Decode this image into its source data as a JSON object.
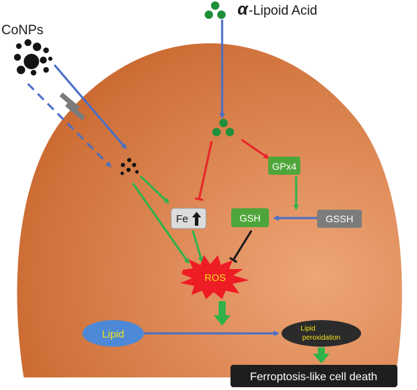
{
  "labels": {
    "cunps": "CoNPs",
    "alpha_symbol": "α",
    "lipoid_acid": "-Lipoid Acid",
    "gpx4": "GPx4",
    "gsh": "GSH",
    "gssh": "GSSH",
    "fe": "Fe",
    "ros": "ROS",
    "lipid": "Lipid",
    "lipid_peroxidation_line1": "Lipid",
    "lipid_peroxidation_line2": "peroxidation",
    "outcome": "Ferroptosis-like cell death"
  },
  "colors": {
    "cell_light": "#eea577",
    "cell_dark": "#c8652c",
    "arrow_blue": "#4a6fc7",
    "arrow_red": "#e8262a",
    "arrow_green": "#2fb24a",
    "inhibit_black": "#1a1a1a",
    "box_green": "#4ea63a",
    "box_gray": "#7c7c7c",
    "fe_box": "#dcdcdc",
    "ros_red": "#ee1c24",
    "ros_text": "#f5e21a",
    "lipid_blue": "#4d89d6",
    "lipid_text": "#f2e31c",
    "perox_fill": "#2b2b2b",
    "perox_text": "#f2e31c",
    "outcome_fill": "#1e1e1e",
    "particle_green": "#1f8f3a",
    "nano_black": "#141414",
    "channel_gray": "#7b7b7b"
  },
  "icons": {
    "fe_arrow": "up-arrow-icon"
  }
}
